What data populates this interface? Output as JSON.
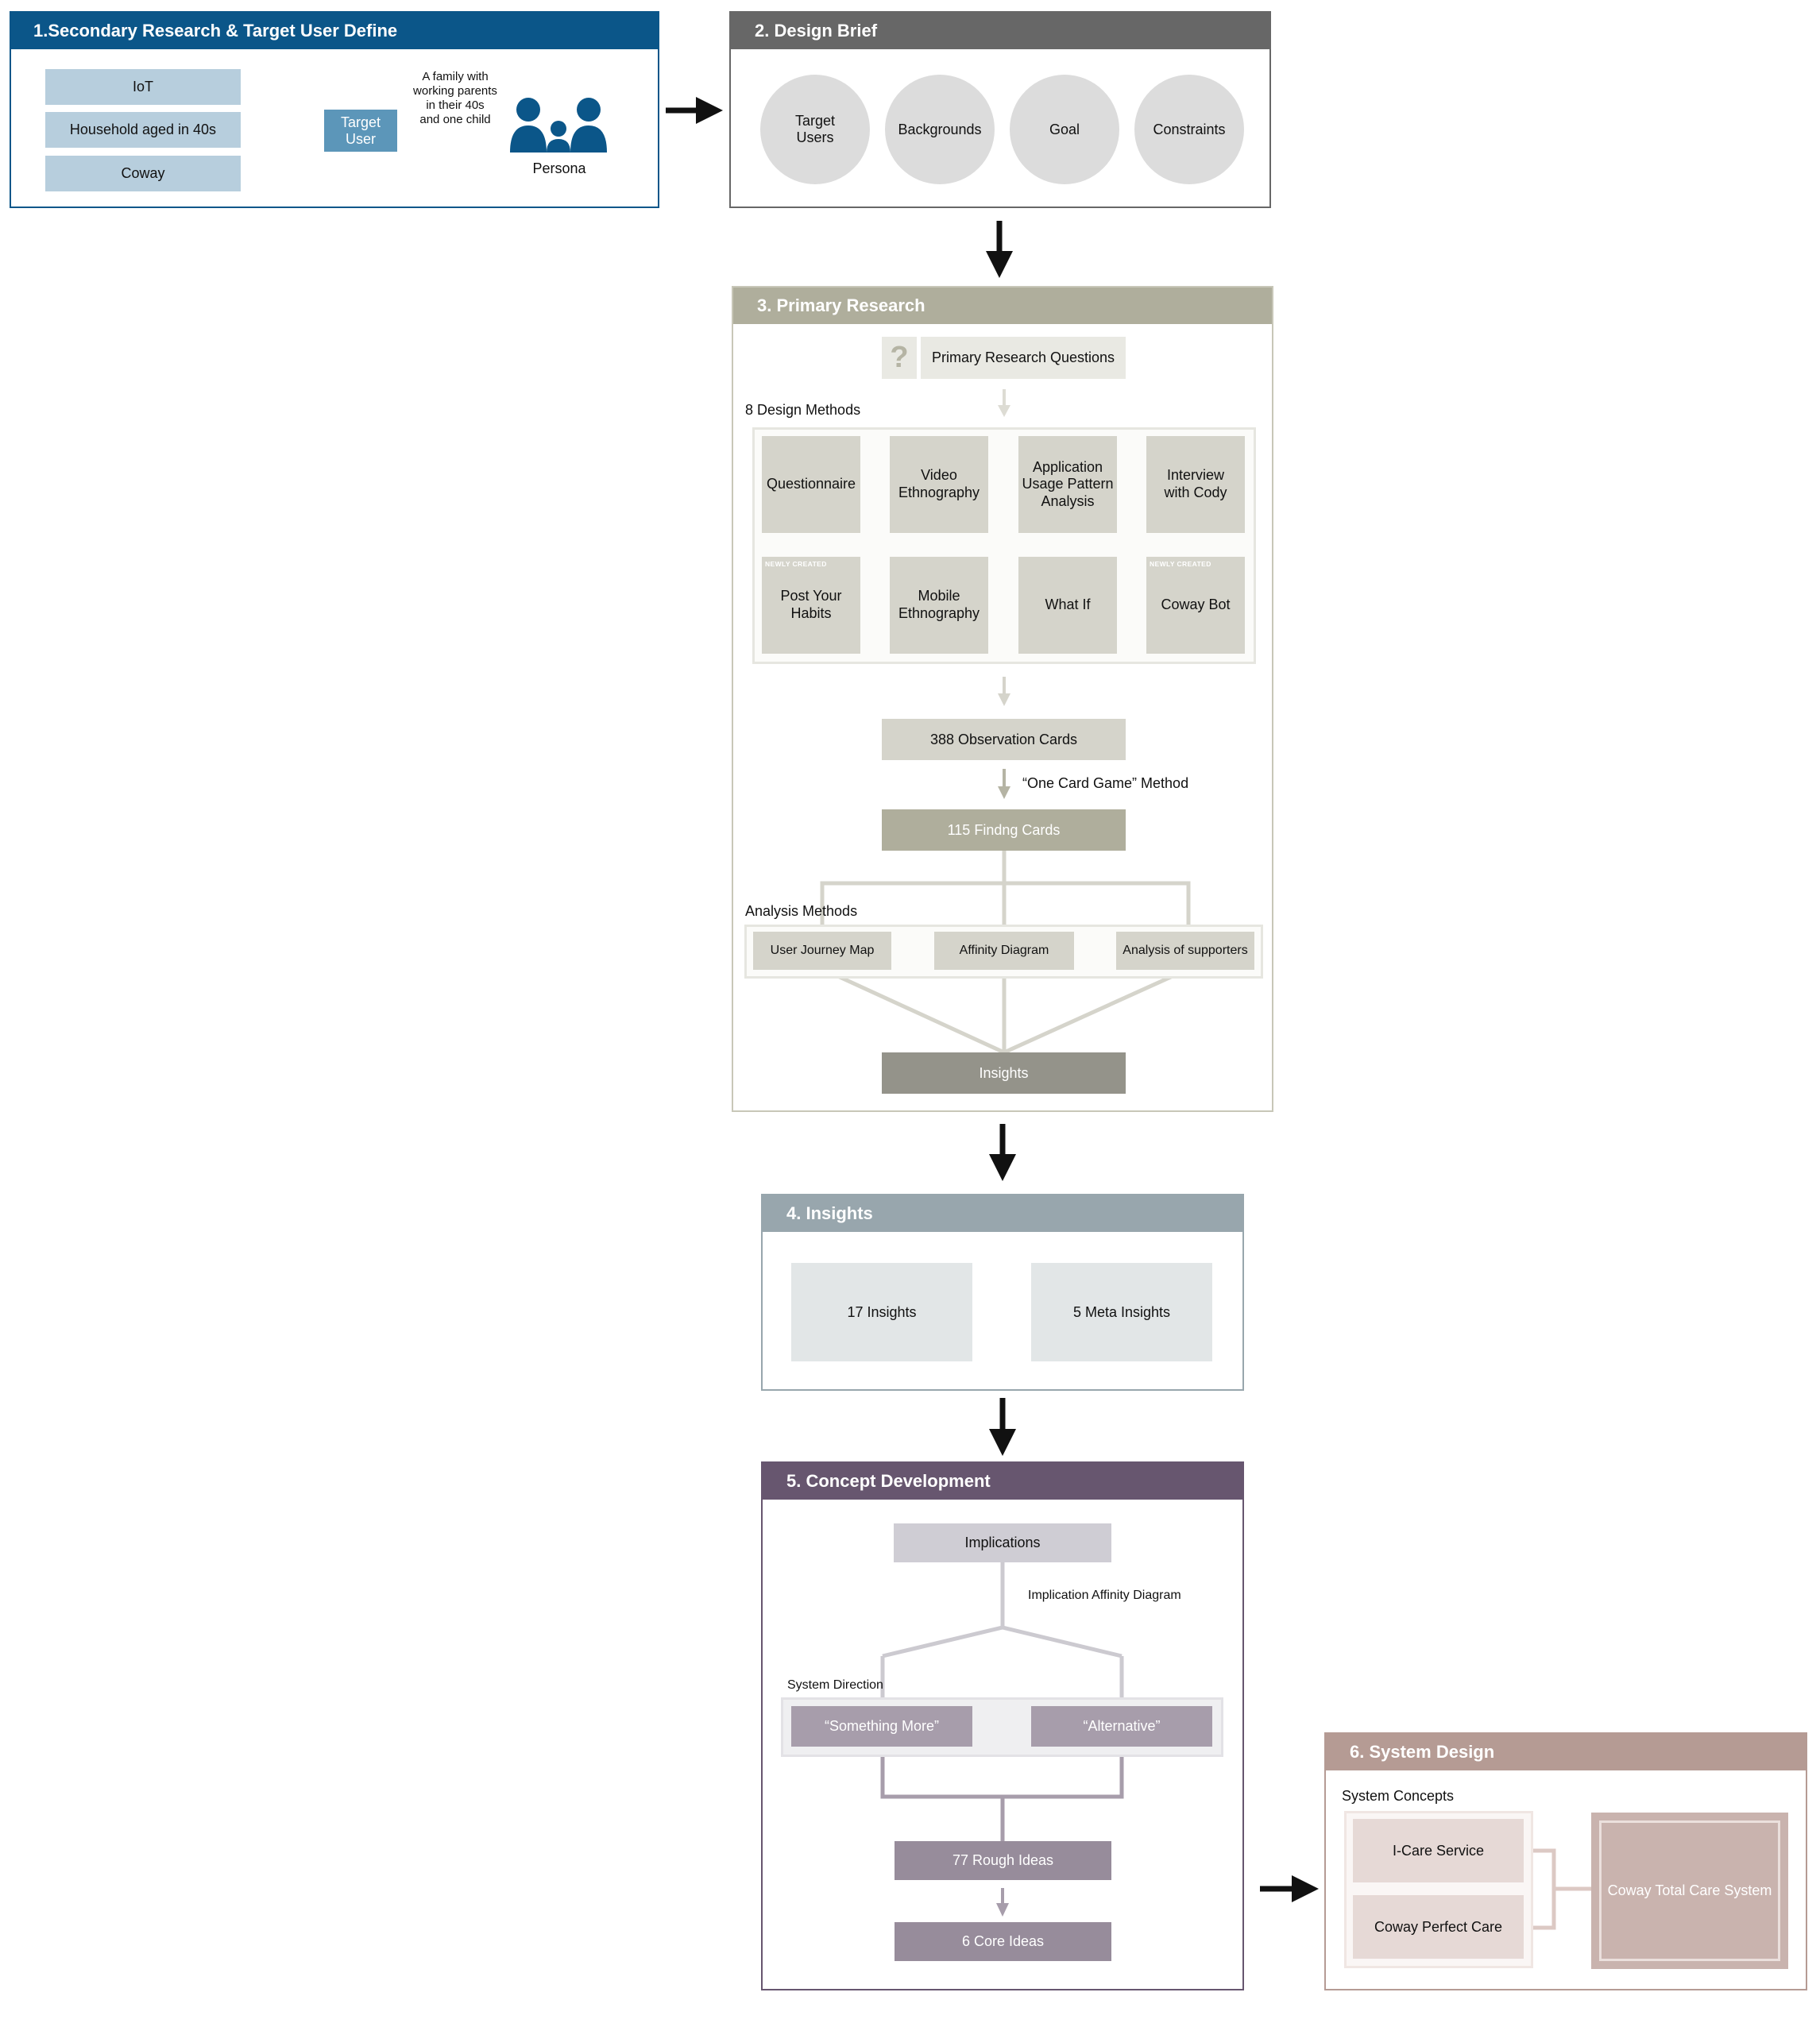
{
  "s1": {
    "title": "1.Secondary Research & Target User Define",
    "factors": [
      "IoT",
      "Household aged in 40s",
      "Coway"
    ],
    "target": "Target\nUser",
    "arrow_note": "A family with\nworking parents\nin their 40s\nand one child",
    "persona_label": "Persona",
    "persona_icon": "family-persona-icon",
    "color": "#0b5689"
  },
  "s2": {
    "title": "2. Design Brief",
    "items": [
      "Target\nUsers",
      "Backgrounds",
      "Goal",
      "Constraints"
    ],
    "color": "#676767"
  },
  "s3": {
    "title": "3. Primary Research",
    "question_icon": "question-mark-icon",
    "questions_label": "Primary Research Questions",
    "methods_label": "8 Design Methods",
    "methods": [
      {
        "label": "Questionnaire",
        "badge": ""
      },
      {
        "label": "Video\nEthnography",
        "badge": ""
      },
      {
        "label": "Application\nUsage Pattern\nAnalysis",
        "badge": ""
      },
      {
        "label": "Interview\nwith Cody",
        "badge": ""
      },
      {
        "label": "Post Your\nHabits",
        "badge": "NEWLY CREATED"
      },
      {
        "label": "Mobile\nEthnography",
        "badge": ""
      },
      {
        "label": "What If",
        "badge": ""
      },
      {
        "label": "Coway Bot",
        "badge": "NEWLY CREATED"
      }
    ],
    "observation": "388 Observation Cards",
    "method_note": "“One Card Game” Method",
    "finding": "115 Findng Cards",
    "analysis_label": "Analysis Methods",
    "analysis": [
      "User Journey Map",
      "Affinity Diagram",
      "Analysis of supporters"
    ],
    "insights": "Insights",
    "color": "#afae9c"
  },
  "s4": {
    "title": "4. Insights",
    "left": "17 Insights",
    "right": "5 Meta Insights",
    "color": "#98a6ad"
  },
  "s5": {
    "title": "5. Concept Development",
    "implications": "Implications",
    "affinity_note": "Implication Affinity Diagram",
    "direction_label": "System Direction",
    "directions": [
      "“Something More”",
      "“Alternative”"
    ],
    "rough": "77 Rough Ideas",
    "core": "6 Core Ideas",
    "color": "#67566f"
  },
  "s6": {
    "title": "6. System Design",
    "concepts_label": "System Concepts",
    "concepts": [
      "I-Care Service",
      "Coway Perfect Care"
    ],
    "total": "Coway Total Care System",
    "color": "#b59b94"
  }
}
